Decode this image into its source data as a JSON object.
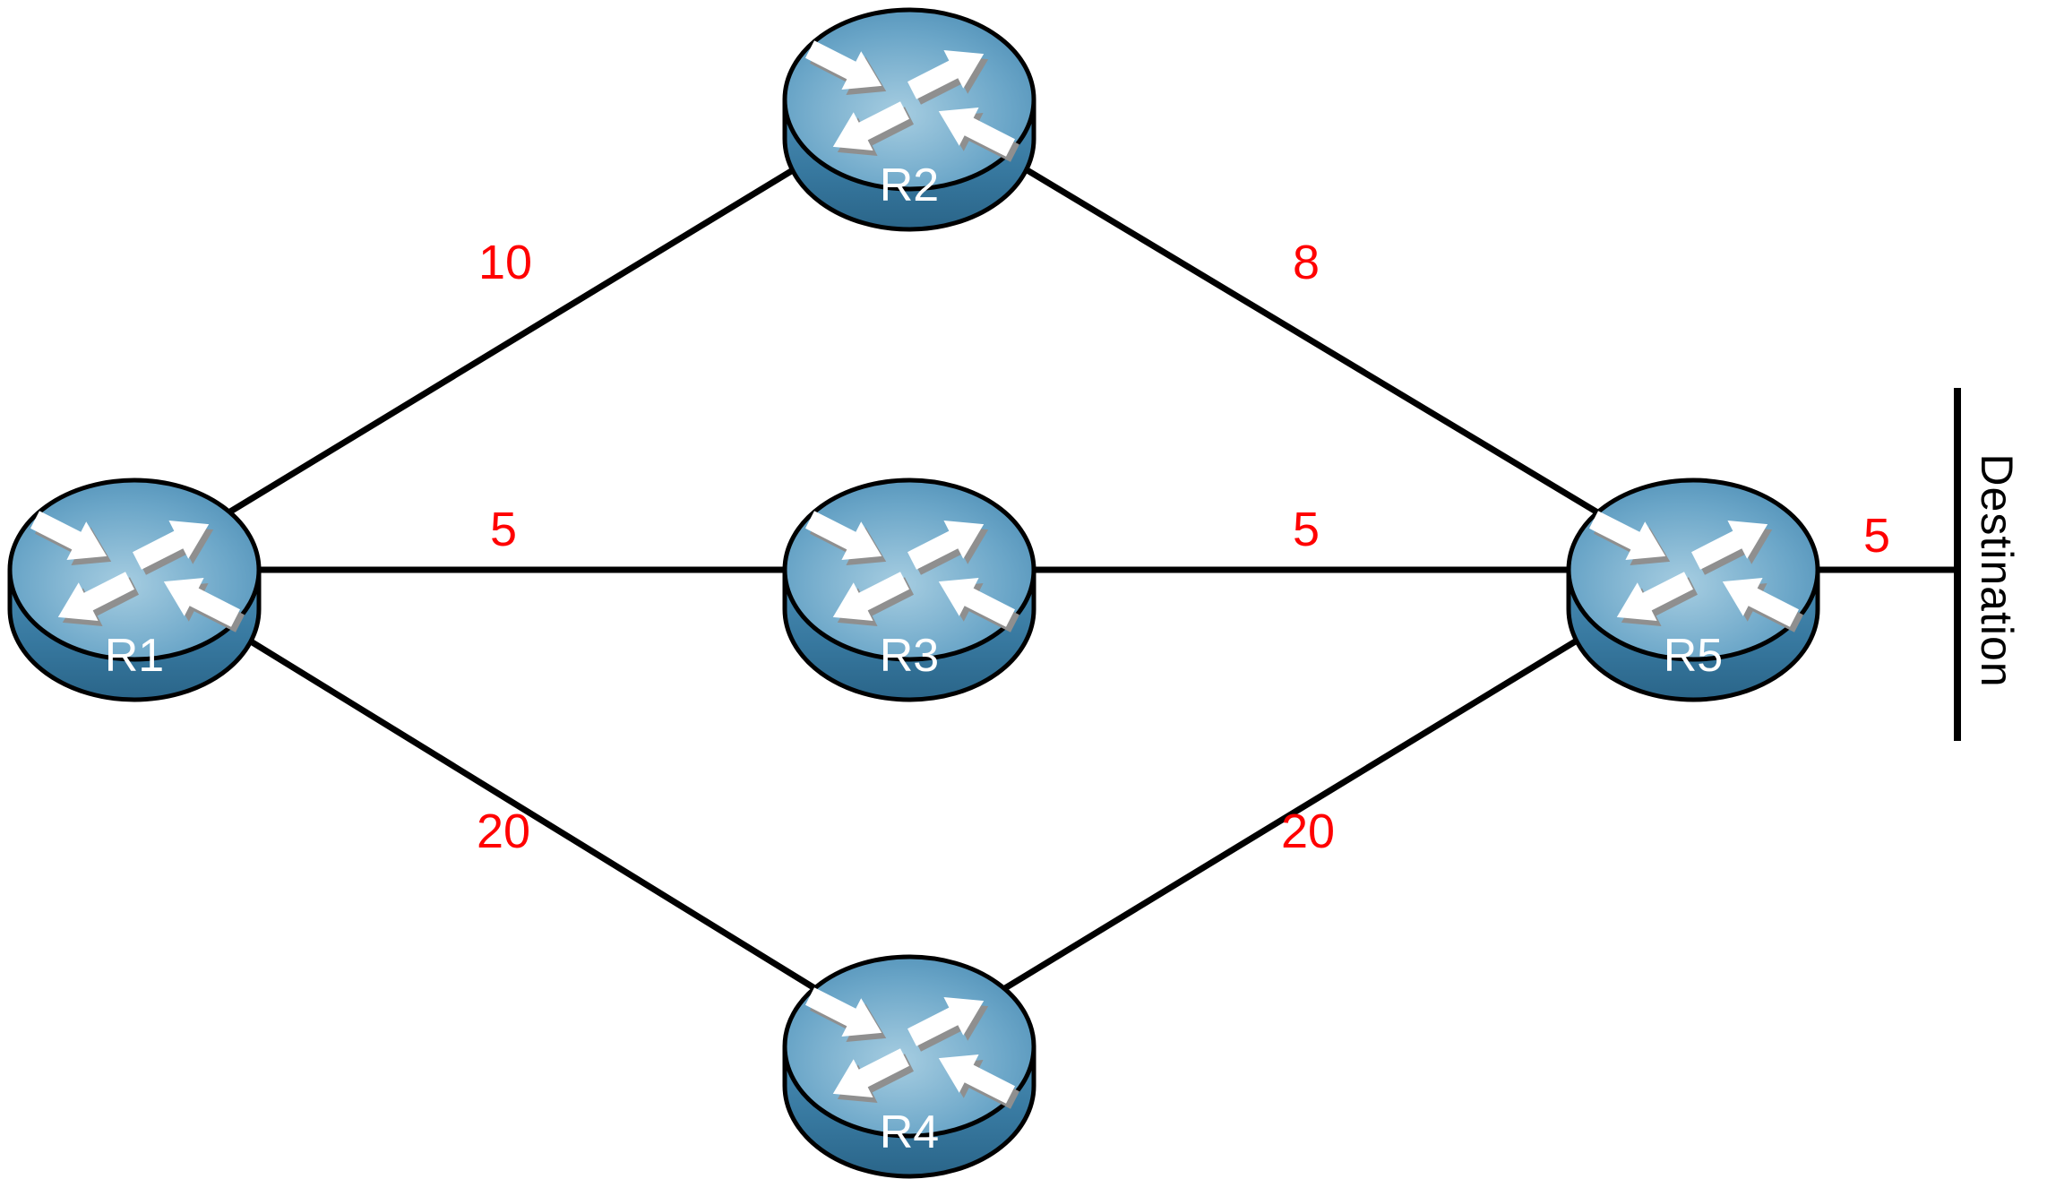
{
  "diagram": {
    "nodes": [
      {
        "id": "r1",
        "label": "R1",
        "icon": "router-icon"
      },
      {
        "id": "r2",
        "label": "R2",
        "icon": "router-icon"
      },
      {
        "id": "r3",
        "label": "R3",
        "icon": "router-icon"
      },
      {
        "id": "r4",
        "label": "R4",
        "icon": "router-icon"
      },
      {
        "id": "r5",
        "label": "R5",
        "icon": "router-icon"
      }
    ],
    "links": [
      {
        "from": "R1",
        "to": "R2",
        "cost": "10"
      },
      {
        "from": "R2",
        "to": "R5",
        "cost": "8"
      },
      {
        "from": "R1",
        "to": "R3",
        "cost": "5"
      },
      {
        "from": "R3",
        "to": "R5",
        "cost": "5"
      },
      {
        "from": "R1",
        "to": "R4",
        "cost": "20"
      },
      {
        "from": "R4",
        "to": "R5",
        "cost": "20"
      },
      {
        "from": "R5",
        "to": "Destination",
        "cost": "5"
      }
    ],
    "destination_label": "Destination",
    "colors": {
      "cost_text": "#ff0000",
      "link_line": "#000000",
      "destination_text": "#000000",
      "router_label_text": "#ffffff",
      "router_top_light": "#a6cde1",
      "router_top_mid": "#6ba6c8",
      "router_top_dark": "#3f82ac",
      "router_side_top": "#4a8db5",
      "router_side_bottom": "#2a6589",
      "arrow_fill": "#ffffff",
      "arrow_shadow": "#8f8f8f",
      "outline": "#000000"
    }
  }
}
